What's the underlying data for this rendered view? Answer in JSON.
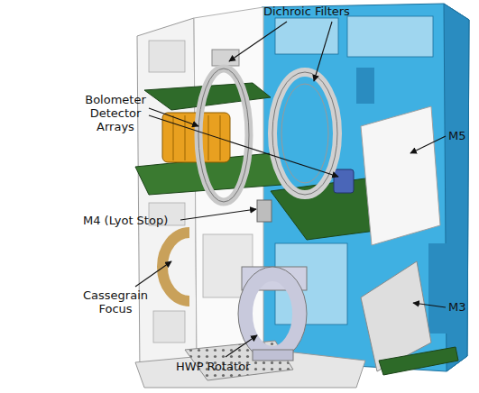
{
  "diagram": {
    "labels": [
      "Dichroic Filters",
      "Bolometer Detector Arrays",
      "M5",
      "M4 (Lyot Stop)",
      "Cassegrain Focus",
      "M3",
      "HWP Rotator"
    ]
  }
}
